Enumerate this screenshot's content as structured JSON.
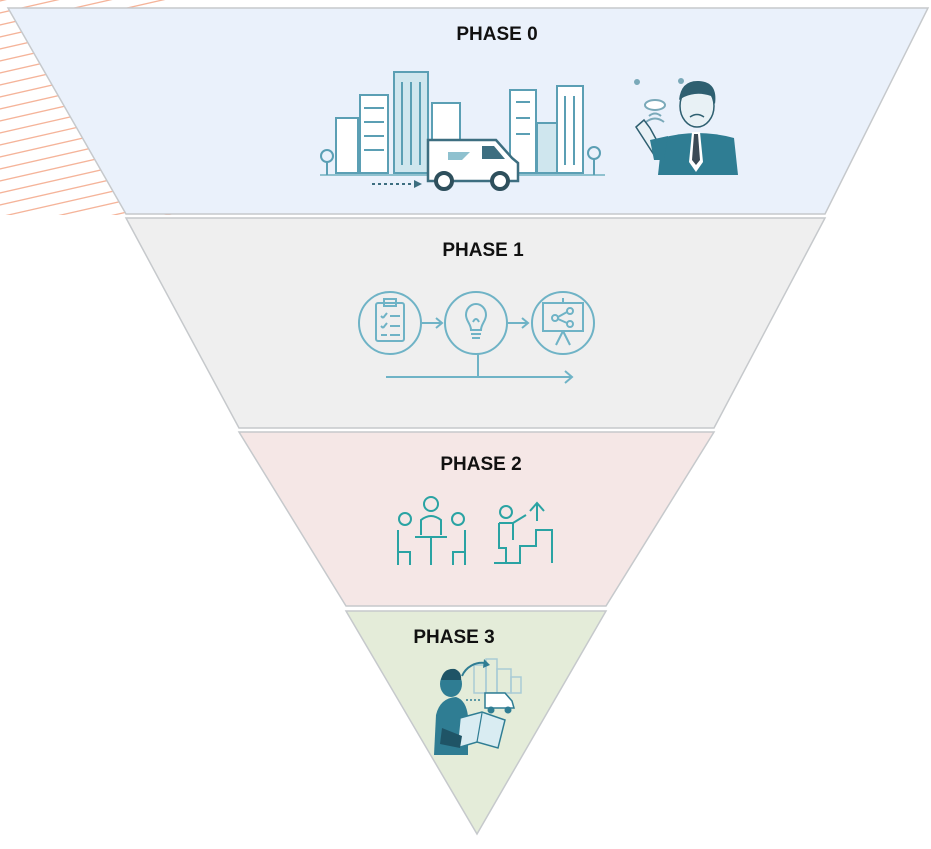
{
  "diagram": {
    "type": "inverted-pyramid",
    "colors": {
      "stripes": "#f5b49a",
      "phase_0_fill": "#eaf1fb",
      "phase_1_fill": "#efefef",
      "phase_2_fill": "#f5e7e6",
      "phase_3_fill": "#e4ecd9",
      "outline": "#c6c9cc",
      "icon_light": "#6fb3c6",
      "icon_teal": "#2aa3a3",
      "icon_dark": "#2f7d93"
    },
    "phases": [
      {
        "title": "PHASE 0",
        "icons": [
          "city-buildings-icon",
          "delivery-van-icon",
          "businessman-frustrated-icon"
        ]
      },
      {
        "title": "PHASE 1",
        "icons": [
          "clipboard-checklist-icon",
          "lightbulb-icon",
          "presentation-board-icon"
        ]
      },
      {
        "title": "PHASE 2",
        "icons": [
          "team-meeting-icon",
          "growth-steps-icon"
        ]
      },
      {
        "title": "PHASE 3",
        "icons": [
          "person-reading-city-icon"
        ]
      }
    ]
  }
}
